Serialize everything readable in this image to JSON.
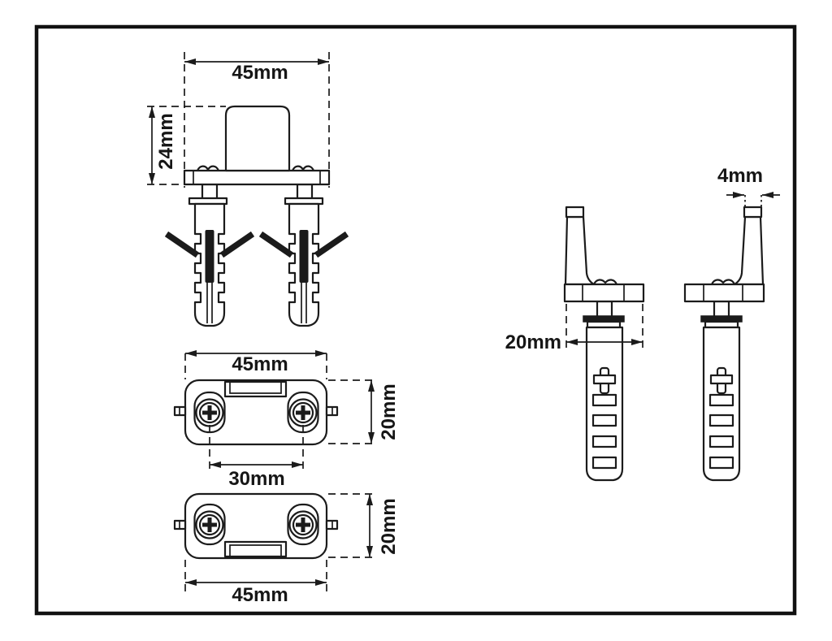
{
  "page": {
    "background": "#ffffff",
    "frame_color": "#111111",
    "line_color": "#1b1b1b",
    "description": "Technical dimension drawing: two fixing brackets with expansion wall-plug anchors shown in front view, two plan views and two side views"
  },
  "dims": {
    "front_width": "45mm",
    "front_height": "24mm",
    "plan_top_width": "45mm",
    "plan_top_depth": "20mm",
    "plan_hole_spacing": "30mm",
    "plan_bottom_depth": "20mm",
    "plan_bottom_width": "45mm",
    "side_tip_width": "4mm",
    "side_base_depth": "20mm"
  }
}
